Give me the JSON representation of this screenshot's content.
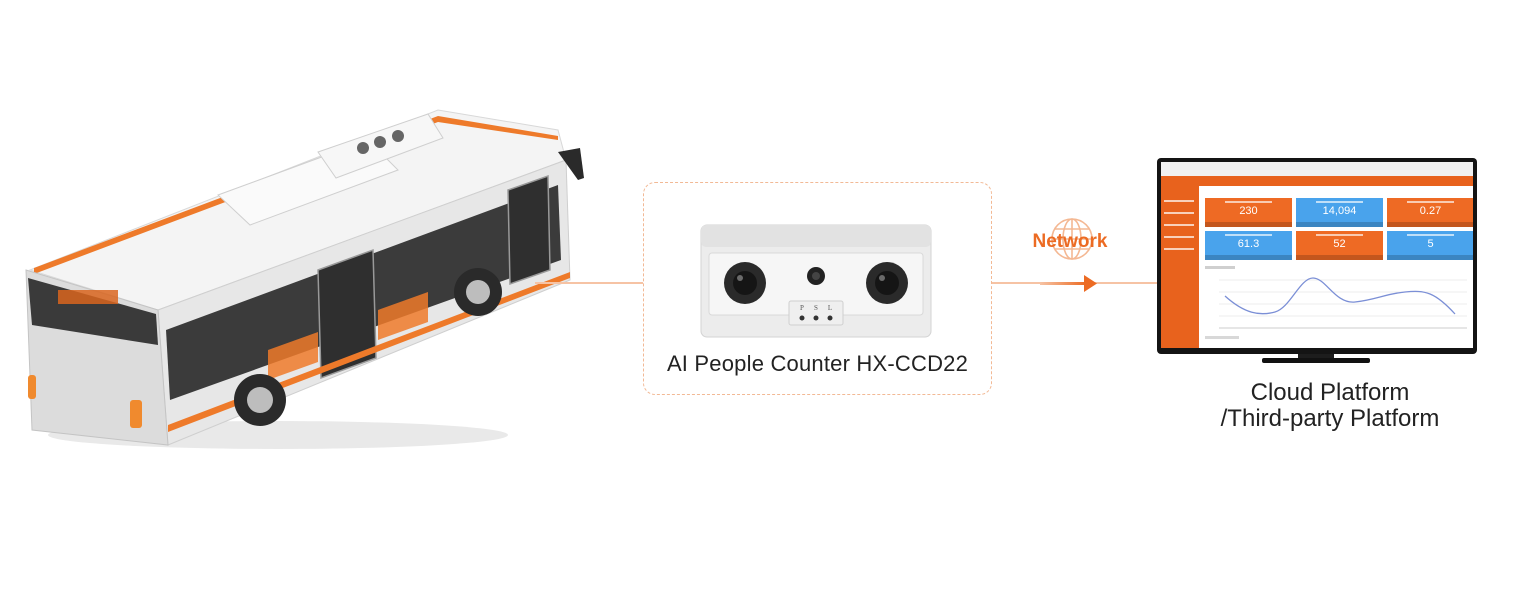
{
  "labels": {
    "device": "AI People Counter  HX-CCD22",
    "network": "Network",
    "cloud_line1": "Cloud Platform",
    "cloud_line2": "/Third-party Platform"
  },
  "camera": {
    "indicator_letters": [
      "P",
      "S",
      "L"
    ]
  },
  "dashboard": {
    "tile_values": [
      "230",
      "14,094",
      "0.27",
      "61.3",
      "52",
      "5"
    ]
  },
  "colors": {
    "accent": "#ec6b23",
    "connector": "#f6c3a4",
    "card_border": "#f2b995",
    "tile_orange": "#ee6a24",
    "tile_blue": "#49a3ec"
  }
}
